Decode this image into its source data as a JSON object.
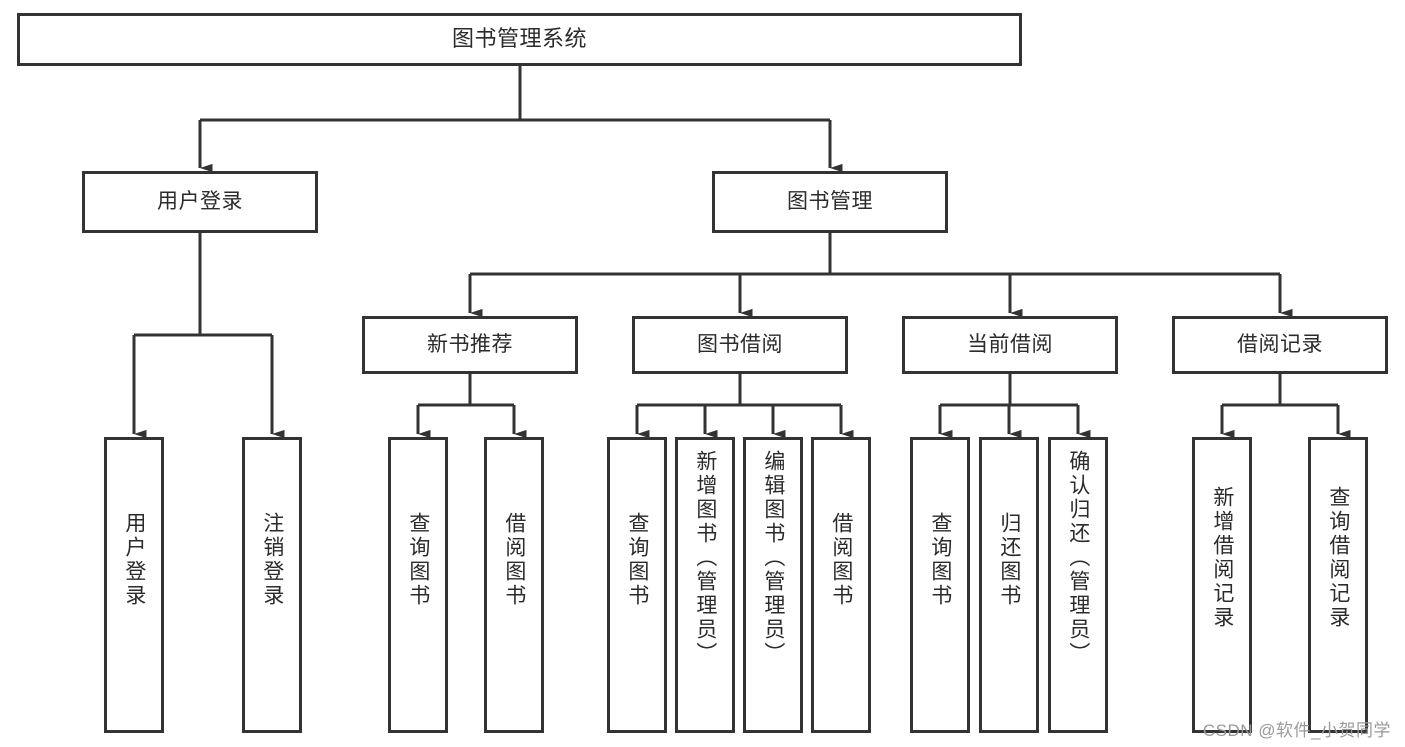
{
  "diagram": {
    "type": "tree",
    "title": "图书管理系统",
    "watermark": "CSDN @软件_小贺同学",
    "colors": {
      "stroke": "#333333",
      "fill": "#ffffff",
      "text": "#2b2b2b",
      "watermark": "#9a9a9a"
    },
    "root": {
      "label": "图书管理系统"
    },
    "level2": [
      {
        "label": "用户登录"
      },
      {
        "label": "图书管理"
      }
    ],
    "level3": [
      {
        "label": "新书推荐"
      },
      {
        "label": "图书借阅"
      },
      {
        "label": "当前借阅"
      },
      {
        "label": "借阅记录"
      }
    ],
    "leaves": {
      "user_login": [
        {
          "label": "用户登录"
        },
        {
          "label": "注销登录"
        }
      ],
      "new_book": [
        {
          "label": "查询图书"
        },
        {
          "label": "借阅图书"
        }
      ],
      "book_borrow": [
        {
          "label": "查询图书"
        },
        {
          "label": "新增图书（管理员）"
        },
        {
          "label": "编辑图书（管理员）"
        },
        {
          "label": "借阅图书"
        }
      ],
      "current_borrow": [
        {
          "label": "查询图书"
        },
        {
          "label": "归还图书"
        },
        {
          "label": "确认归还（管理员）"
        }
      ],
      "borrow_record": [
        {
          "label": "新增借阅记录"
        },
        {
          "label": "查询借阅记录"
        }
      ]
    }
  }
}
